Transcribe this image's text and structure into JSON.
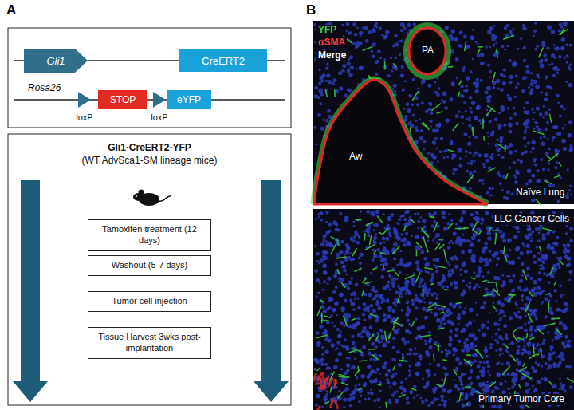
{
  "diagram": {
    "nodes": [
      {
        "text": [
          "Gli1"
        ]
      },
      {
        "text": [
          "CreERT2"
        ]
      },
      {
        "text": [
          "STOP"
        ]
      },
      {
        "text": [
          "eYFP"
        ]
      },
      {
        "text": [
          "Gli1-CreERT2-YFP",
          "(WT AdvSca1-SM lineage mice)"
        ]
      },
      {
        "text": [
          "Tamoxifen treatment (12 days)"
        ],
        "in": 4
      },
      {
        "text": [
          "Washout (5-7 days)"
        ],
        "in": 4
      },
      {
        "text": [
          "Tumor cell injection"
        ],
        "in": 4
      },
      {
        "text": [
          "Tissue Harvest 3wks post-implantation"
        ],
        "in": 4
      }
    ],
    "labels": [
      "A",
      "B",
      "Rosa26",
      "loxP",
      "loxP",
      "YFP",
      "αSMA",
      "Merge",
      "PA",
      "Aw",
      "Naïve Lung",
      "LLC Cancer Cells",
      "Primary Tumor Core"
    ]
  }
}
